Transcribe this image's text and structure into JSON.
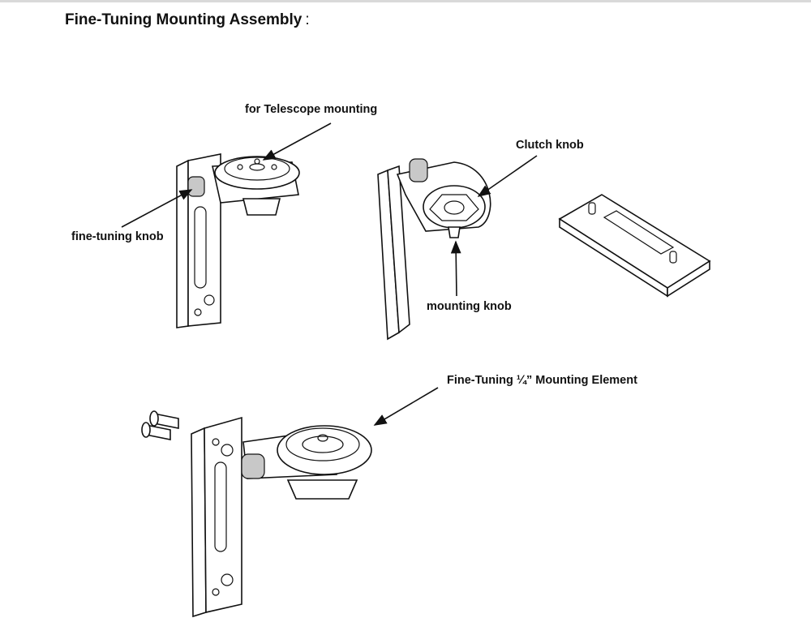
{
  "title": "Fine-Tuning Mounting Assembly",
  "title_suffix": ":",
  "labels": {
    "telescope_mounting": "for Telescope mounting",
    "fine_tuning_knob": "fine-tuning knob",
    "clutch_knob": "Clutch knob",
    "mounting_knob": "mounting knob",
    "mounting_element": "Fine-Tuning ¼” Mounting Element"
  }
}
